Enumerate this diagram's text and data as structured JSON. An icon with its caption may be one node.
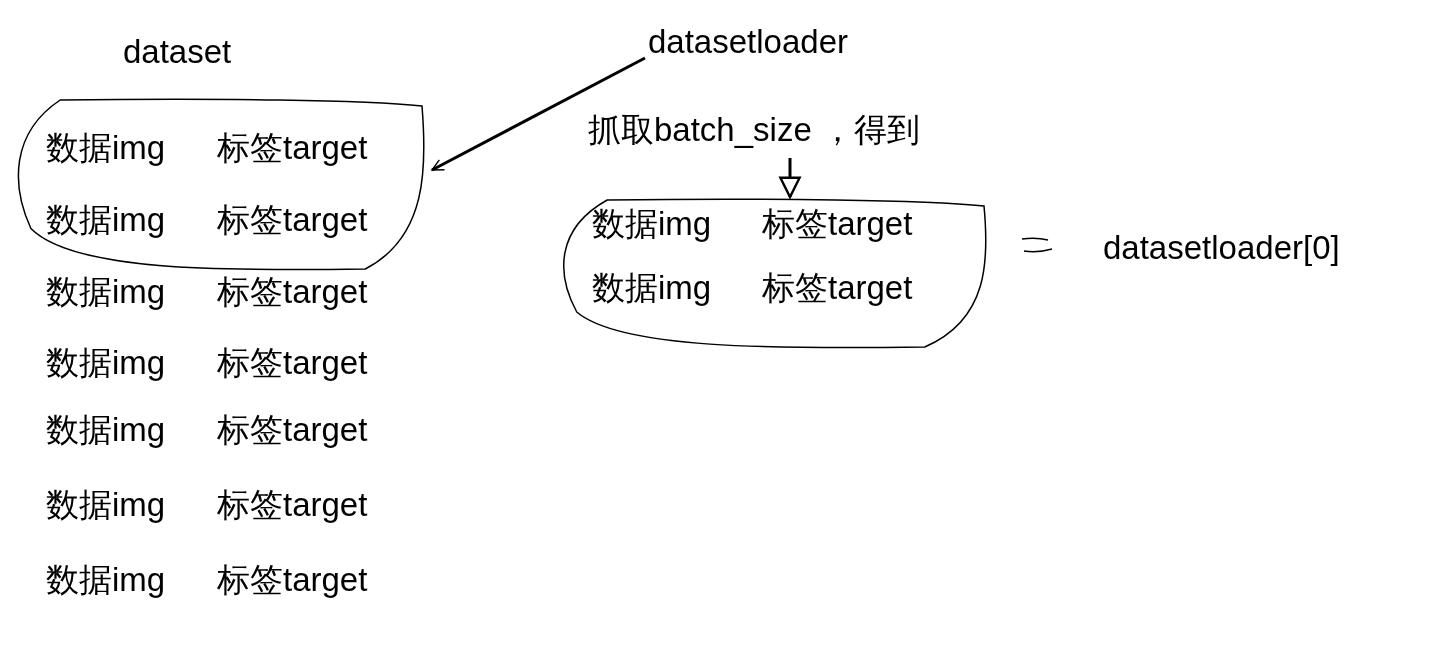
{
  "diagram": {
    "nodes": [
      {
        "text": [
          "数据img",
          "标签target",
          "数据img",
          "标签target"
        ]
      },
      {
        "text": [
          "datasetloader"
        ]
      },
      {
        "text": [
          "抓取batch_size ，得到"
        ]
      },
      {
        "text": [
          "数据img",
          "标签target",
          "数据img",
          "标签target"
        ]
      },
      {
        "text": [
          "datasetloader[0]"
        ]
      }
    ],
    "edges": [
      {
        "from": 1,
        "to": 0,
        "arrow": "to"
      },
      {
        "from": 2,
        "to": 3,
        "arrow": "to"
      }
    ],
    "labels": [
      "dataset",
      "数据img",
      "标签target",
      "数据img",
      "标签target",
      "数据img",
      "标签target",
      "数据img",
      "标签target",
      "数据img",
      "标签target"
    ]
  }
}
